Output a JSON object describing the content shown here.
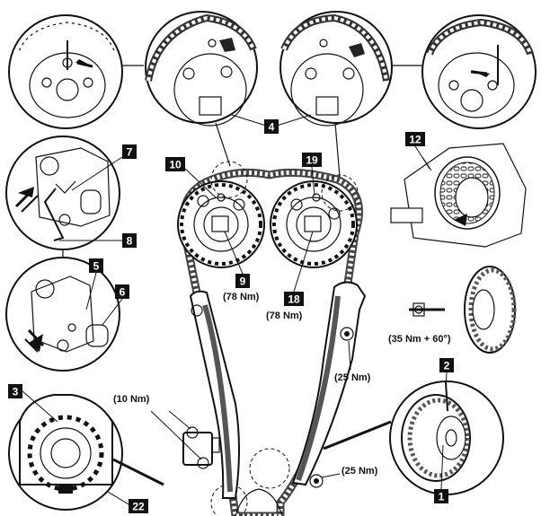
{
  "callouts": {
    "c1": "1",
    "c2": "2",
    "c3": "3",
    "c4": "4",
    "c5": "5",
    "c6": "6",
    "c7": "7",
    "c8": "8",
    "c9": "9",
    "c10": "10",
    "c12": "12",
    "c18": "18",
    "c19": "19",
    "c22": "22"
  },
  "torques": {
    "t9": "(78 Nm)",
    "t18": "(78 Nm)",
    "t_tensioner_bolts": "(10 Nm)",
    "t_upper_pivot": "(25 Nm)",
    "t_lower_pivot": "(25 Nm)",
    "t_pulley_bolt": "(35 Nm + 60°)"
  }
}
